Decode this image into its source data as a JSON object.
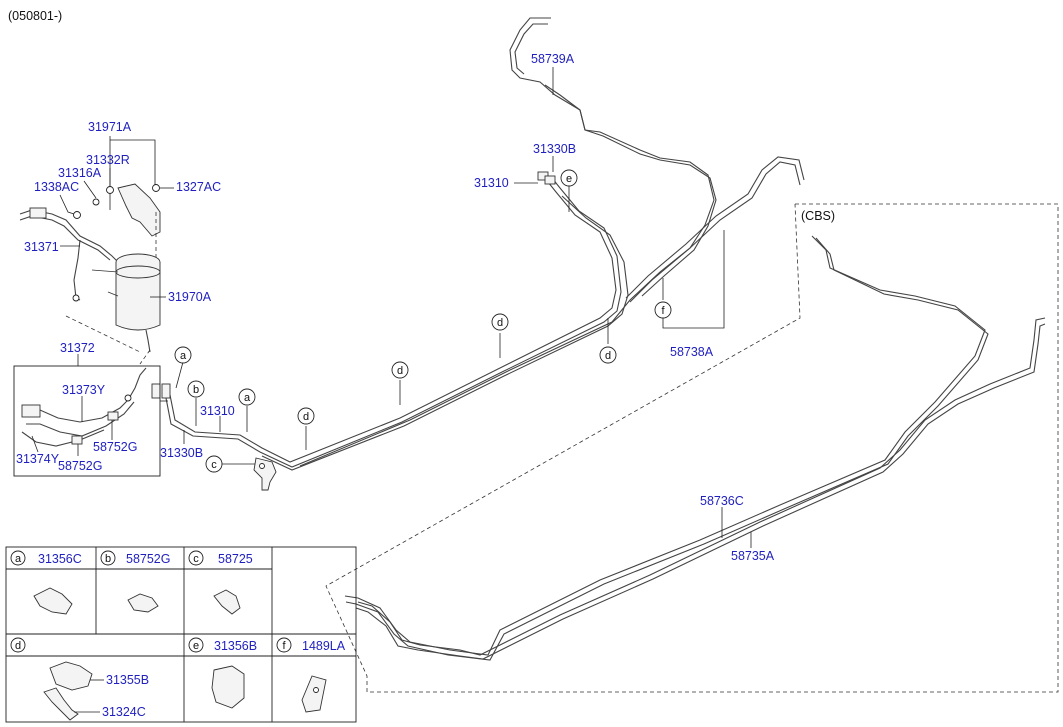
{
  "header": {
    "date_range": "(050801-)"
  },
  "section": {
    "cbs_label": "(CBS)"
  },
  "callouts": {
    "c31971A": "31971A",
    "c31332R": "31332R",
    "c31316A": "31316A",
    "c1338AC": "1338AC",
    "c1327AC": "1327AC",
    "c31371": "31371",
    "c31970A": "31970A",
    "c31372": "31372",
    "c31373Y": "31373Y",
    "c31374Y": "31374Y",
    "c58752G_a": "58752G",
    "c58752G_b": "58752G",
    "c31330B_low": "31330B",
    "c31310_low": "31310",
    "c31330B_top": "31330B",
    "c31310_top": "31310",
    "c58739A": "58739A",
    "c58738A": "58738A",
    "c58736C": "58736C",
    "c58735A": "58735A"
  },
  "markers": {
    "a": "a",
    "b": "b",
    "c": "c",
    "d": "d",
    "e": "e",
    "f": "f"
  },
  "legend": {
    "cells": [
      {
        "key": "a",
        "part": "31356C"
      },
      {
        "key": "b",
        "part": "58752G"
      },
      {
        "key": "c",
        "part": "58725"
      },
      {
        "key": "d",
        "part": ""
      },
      {
        "key": "e",
        "part": "31356B"
      },
      {
        "key": "f",
        "part": "1489LA"
      }
    ],
    "d_parts": {
      "upper": "31355B",
      "lower": "31324C"
    }
  }
}
